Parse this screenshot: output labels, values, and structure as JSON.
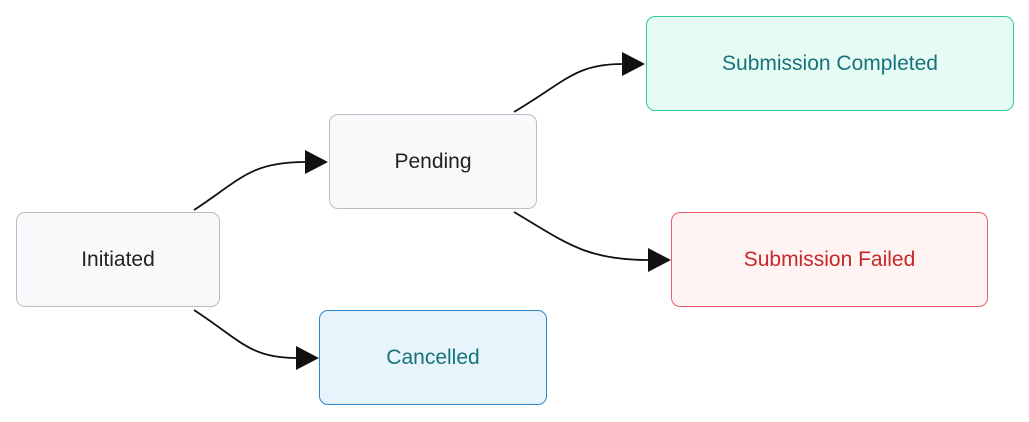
{
  "nodes": {
    "initiated": {
      "label": "Initiated",
      "fill": "#f8f9fb",
      "border": "#b9bec6",
      "text": "#222222"
    },
    "pending": {
      "label": "Pending",
      "fill": "#f8f9fb",
      "border": "#b9bec6",
      "text": "#222222"
    },
    "completed": {
      "label": "Submission Completed",
      "fill": "#e6fbf4",
      "border": "#33c99a",
      "text": "#17737a"
    },
    "failed": {
      "label": "Submission Failed",
      "fill": "#fff3f3",
      "border": "#ec5f68",
      "text": "#c62828"
    },
    "cancelled": {
      "label": "Cancelled",
      "fill": "#e8f4fc",
      "border": "#2f86c6",
      "text": "#17737a"
    }
  },
  "edges": [
    {
      "from": "initiated",
      "to": "pending"
    },
    {
      "from": "initiated",
      "to": "cancelled"
    },
    {
      "from": "pending",
      "to": "completed"
    },
    {
      "from": "pending",
      "to": "failed"
    }
  ],
  "edge_color": "#111111"
}
